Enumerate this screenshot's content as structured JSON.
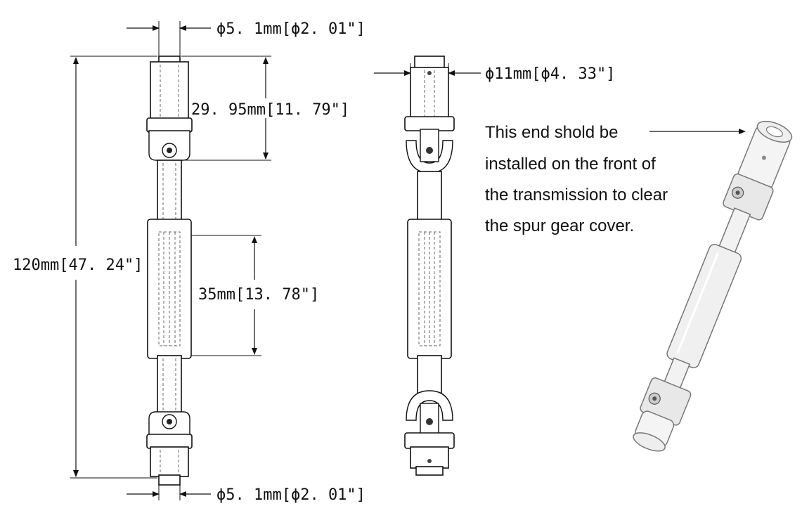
{
  "dimensions": {
    "top_diameter": "ϕ5. 1mm[ϕ2. 01\"]",
    "sleeve_length": "29. 95mm[11. 79\"]",
    "overall_length": "120mm[47. 24\"]",
    "tube_length": "35mm[13. 78\"]",
    "bottom_diameter": "ϕ5. 1mm[ϕ2. 01\"]",
    "outer_diameter": "ϕ11mm[ϕ4. 33\"]"
  },
  "note": {
    "lines": [
      "This end shold be",
      "installed on the front of",
      "the transmission to clear",
      "the spur gear cover."
    ]
  }
}
